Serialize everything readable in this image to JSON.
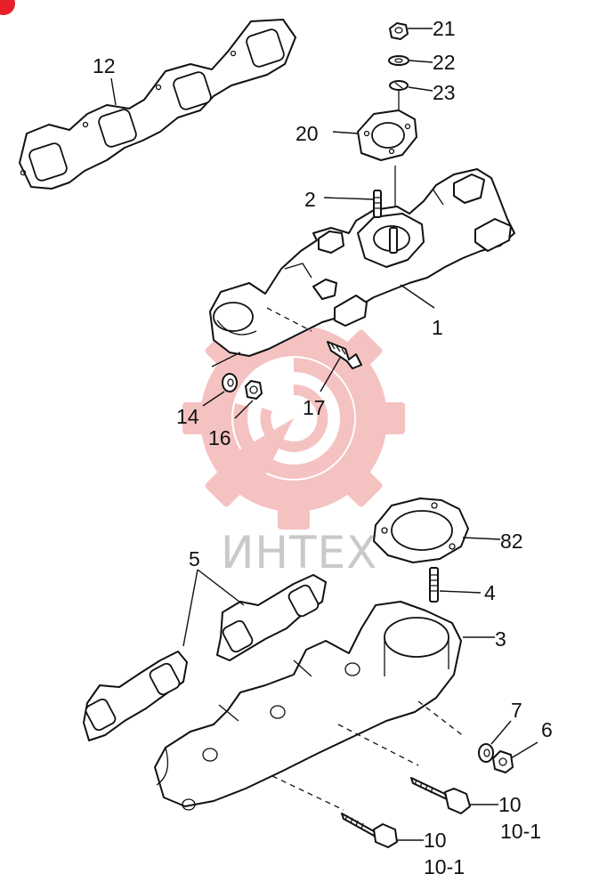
{
  "watermark": {
    "text": "ИНТЕХ",
    "gear_color": "#f4b8b8",
    "text_color": "#c9c9c9"
  },
  "corner_marker_color": "#e8202a",
  "callouts": {
    "c1": "1",
    "c2": "2",
    "c3": "3",
    "c4": "4",
    "c5": "5",
    "c6": "6",
    "c7": "7",
    "c10a": "10",
    "c10a_sub": "10-1",
    "c10b": "10",
    "c10b_sub": "10-1",
    "c12": "12",
    "c14": "14",
    "c16": "16",
    "c17": "17",
    "c20": "20",
    "c21": "21",
    "c22": "22",
    "c23": "23",
    "c82": "82"
  }
}
